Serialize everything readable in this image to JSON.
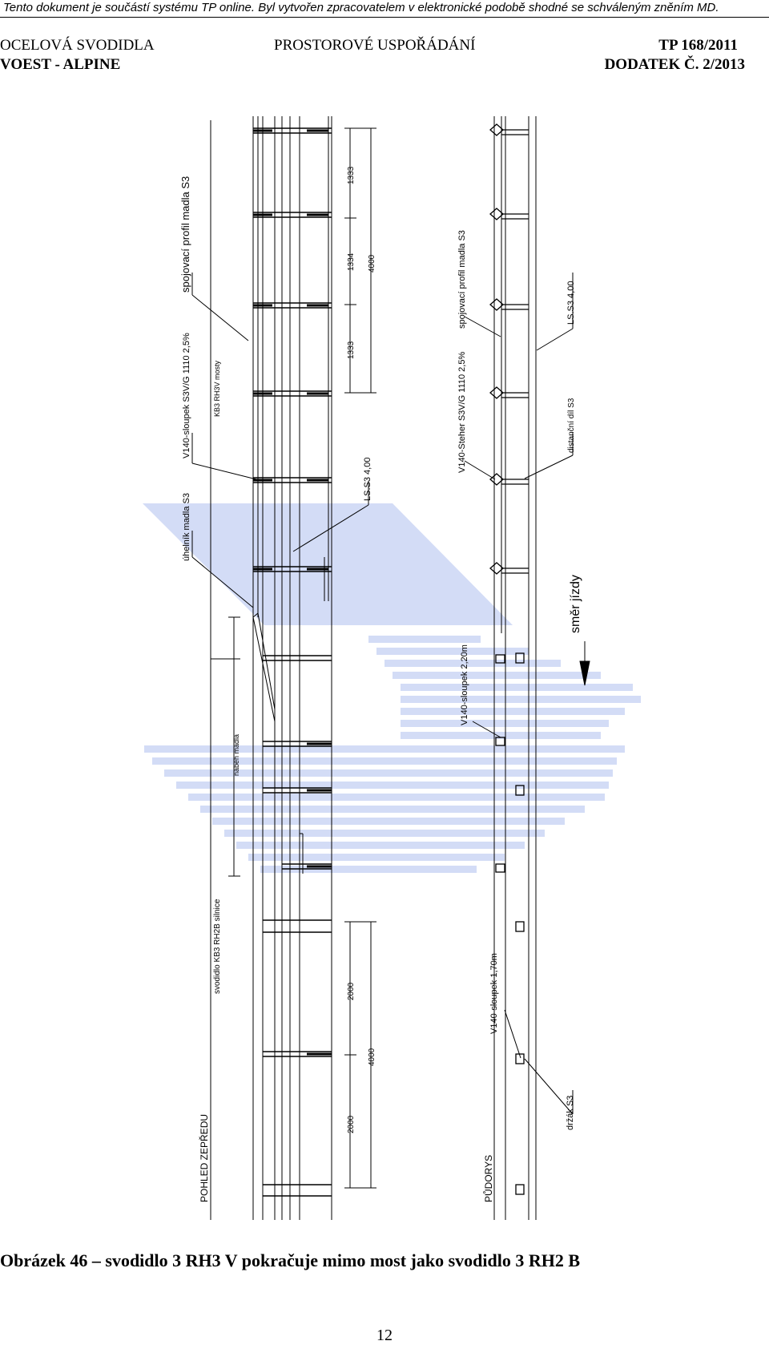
{
  "notice": "Tento dokument je součástí systému TP online. Byl vytvořen zpracovatelem v elektronické podobě shodné se schváleným zněním MD.",
  "header": {
    "left_line1": "OCELOVÁ SVODIDLA",
    "left_line2": "VOEST - ALPINE",
    "center": "PROSTOROVÉ USPOŘÁDÁNÍ",
    "right_line1": "TP 168/2011",
    "right_line2": "DODATEK Č. 2/2013"
  },
  "drawing": {
    "labels": {
      "spojovaci_left": "spojovací profil madla S3",
      "v140_s3vg_left": "V140-sloupek S3V/G 1110 2,5%",
      "kb3_rh3v": "KB3 RH3V mosty",
      "uhelnik": "úhelník madla S3",
      "lss3_left": "LS.S3 4,00",
      "naběh": "náběh madla",
      "svodidlo_kb3": "svodidlo KB3 RH2B silnice",
      "pohled": "POHLED ZEPŘEDU",
      "spojovaci_right": "spojovací profil madla S3",
      "v140_steher": "V140-Steher S3V/G 1110 2,5%",
      "lss3_right": "LS.S3 4,00",
      "distancni": "distanční díl S3",
      "smer": "směr jízdy",
      "v140_220": "V140-sloupek 2,20m",
      "v140_170": "V140-sloupek 1,70m",
      "drzak": "držák S3",
      "pudorys": "PŮDORYS"
    },
    "dimensions": {
      "d1333a": "1333",
      "d1334": "1334",
      "d1333b": "1333",
      "d4000a": "4000",
      "d2000a": "2000",
      "d2000b": "2000",
      "d4000b": "4000"
    }
  },
  "caption": "Obrázek 46 – svodidlo 3 RH3 V pokračuje mimo most jako svodidlo 3 RH2 B",
  "page_number": "12"
}
